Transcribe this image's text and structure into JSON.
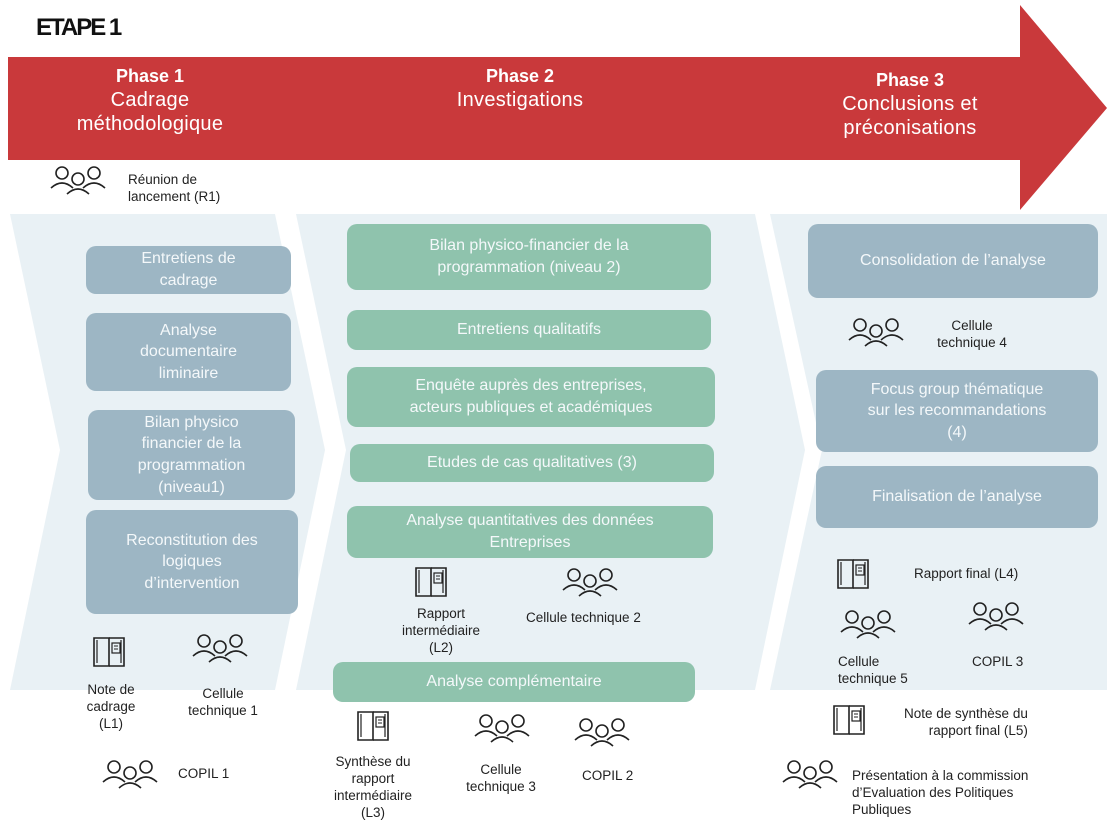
{
  "step_title": "ETAPE 1",
  "colors": {
    "arrow": "#c9393b",
    "panel": "#e9f1f5",
    "blue_box": "#9db6c4",
    "green_box": "#8fc3ad"
  },
  "phases": [
    {
      "number": "Phase 1",
      "name_line1": "Cadrage",
      "name_line2": "méthodologique"
    },
    {
      "number": "Phase 2",
      "name_line1": "Investigations",
      "name_line2": ""
    },
    {
      "number": "Phase 3",
      "name_line1": "Conclusions et",
      "name_line2": "préconisations"
    }
  ],
  "kickoff": {
    "icon": "people-group-icon",
    "label_line1": "Réunion de",
    "label_line2": "lancement (R1)"
  },
  "phase1": {
    "boxes": [
      [
        "Entretiens de",
        "cadrage"
      ],
      [
        "Analyse",
        "documentaire",
        "liminaire"
      ],
      [
        "Bilan physico",
        "financier de la",
        "programmation",
        "(niveau1)"
      ],
      [
        "Reconstitution des",
        "logiques",
        "d’intervention"
      ]
    ],
    "deliverables": {
      "note": [
        "Note de",
        "cadrage",
        "(L1)"
      ],
      "cellule": [
        "Cellule",
        "technique 1"
      ],
      "copil": "COPIL 1"
    }
  },
  "phase2": {
    "boxes": [
      [
        "Bilan physico-financier de la",
        "programmation (niveau 2)"
      ],
      [
        "Entretiens qualitatifs"
      ],
      [
        "Enquête auprès des entreprises,",
        "acteurs publiques et académiques"
      ],
      [
        "Etudes de cas qualitatives (3)"
      ],
      [
        "Analyse quantitatives des données",
        "Entreprises"
      ]
    ],
    "rapport": [
      "Rapport",
      "intermédiaire",
      "(L2)"
    ],
    "cellule2": "Cellule technique 2",
    "complementary": "Analyse complémentaire",
    "synthese": [
      "Synthèse du",
      "rapport",
      "intermédiaire",
      "(L3)"
    ],
    "cellule3": [
      "Cellule",
      "technique 3"
    ],
    "copil2": "COPIL 2"
  },
  "phase3": {
    "boxes": [
      [
        "Consolidation de l’analyse"
      ],
      [
        "Focus group thématique",
        "sur les recommandations",
        "(4)"
      ],
      [
        "Finalisation de l’analyse"
      ]
    ],
    "cellule4": [
      "Cellule",
      "technique 4"
    ],
    "rapport_final": "Rapport final (L4)",
    "cellule5": [
      "Cellule",
      "technique 5"
    ],
    "copil3": "COPIL 3",
    "note_synthese": [
      "Note de synthèse du",
      "rapport final (L5)"
    ],
    "presentation": [
      "Présentation à la commission",
      "d’Evaluation des Politiques",
      "Publiques"
    ]
  }
}
